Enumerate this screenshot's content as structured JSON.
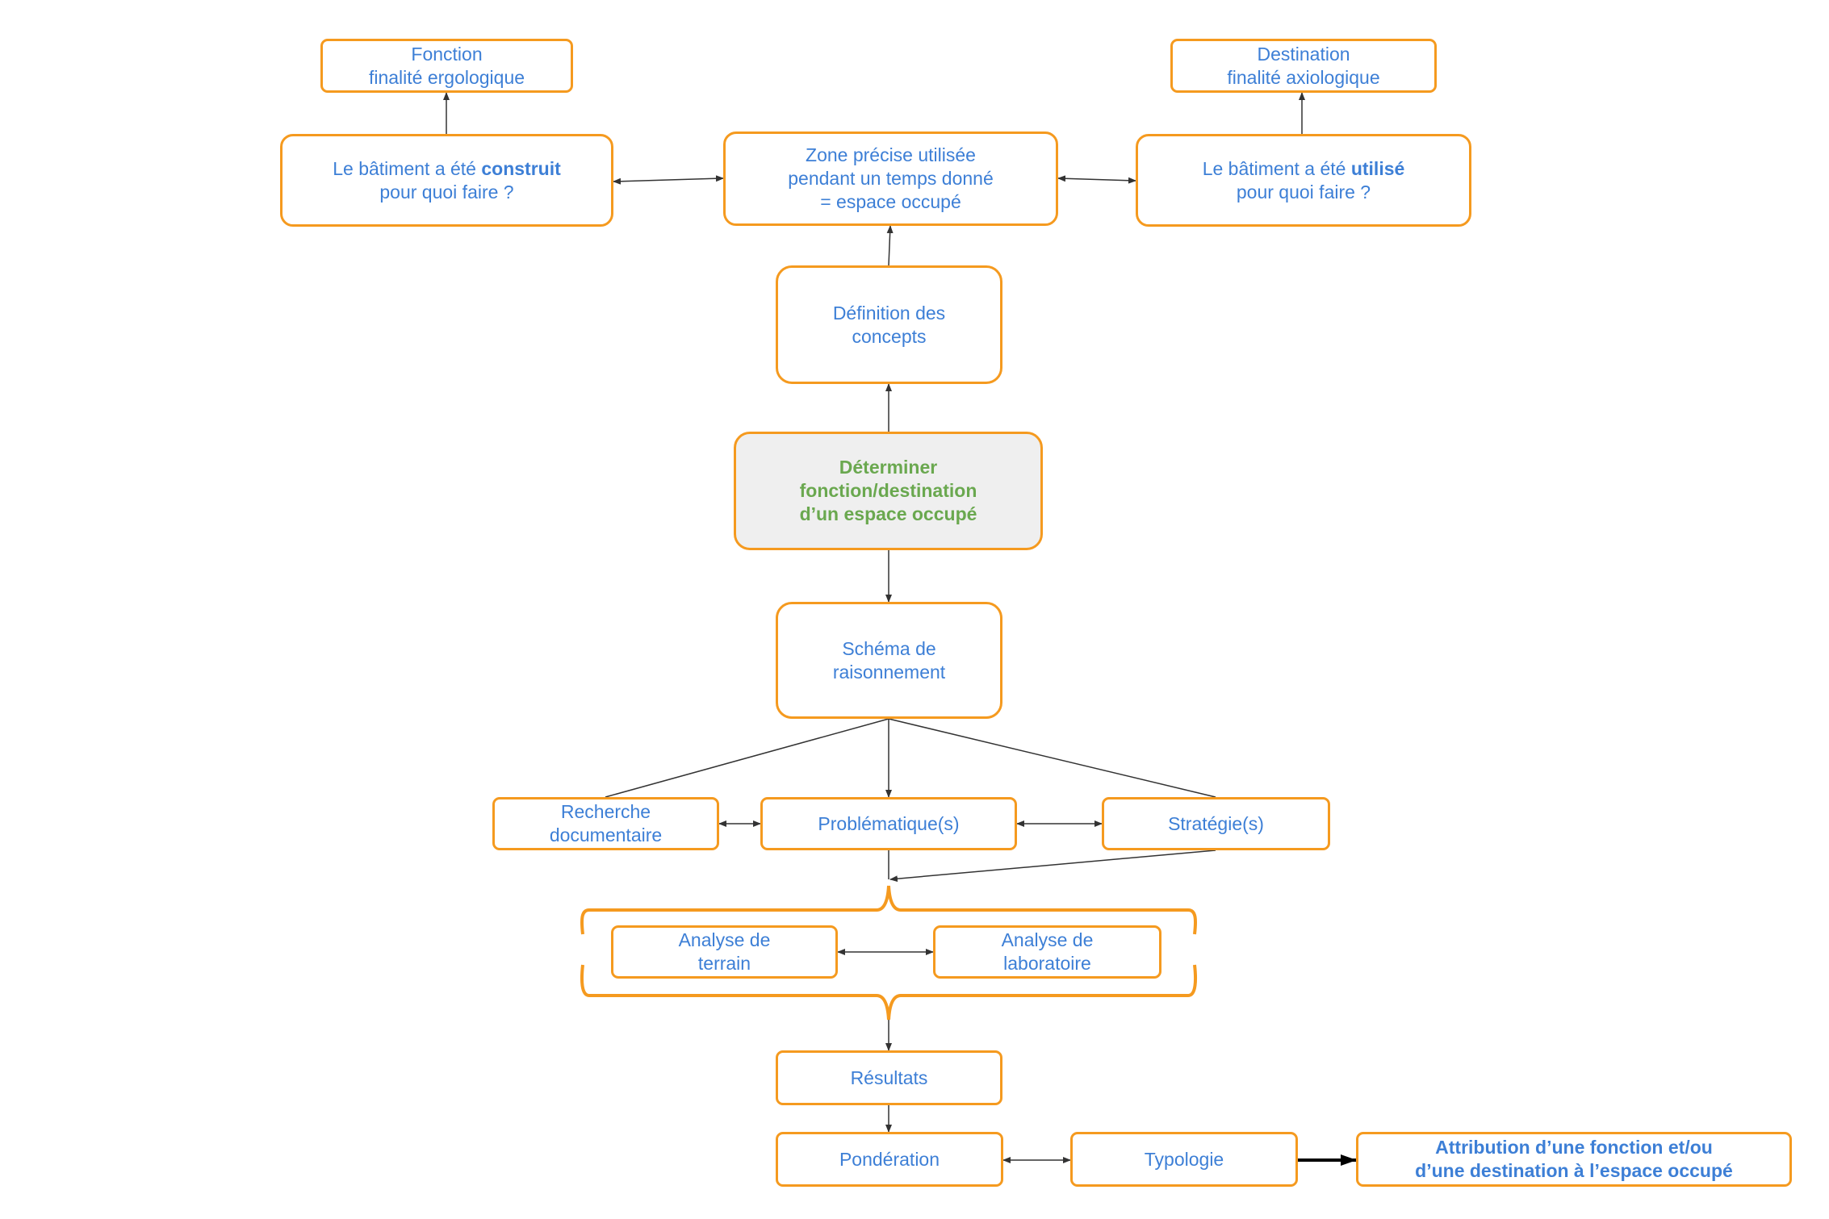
{
  "colors": {
    "box_border": "#f59a1f",
    "text_blue": "#3d7fd6",
    "text_green": "#6aa84f",
    "central_fill": "#efefef",
    "arrow": "#333333"
  },
  "nodes": {
    "fonction": {
      "line1": "Fonction",
      "line2": "finalité ergologique"
    },
    "destination": {
      "line1": "Destination",
      "line2": "finalité axiologique"
    },
    "construit": {
      "line1_pre": "Le bâtiment a été ",
      "line1_bold": "construit",
      "line2": "pour quoi faire ?"
    },
    "utilise": {
      "line1_pre": "Le bâtiment a été ",
      "line1_bold": "utilisé",
      "line2": "pour quoi faire ?"
    },
    "zone": {
      "line1": "Zone précise utilisée",
      "line2": "pendant un temps donné",
      "line3": "= espace occupé"
    },
    "definition": {
      "line1": "Définition des",
      "line2": "concepts"
    },
    "determiner": {
      "line1": "Déterminer",
      "line2": "fonction/destination",
      "line3": "d’un espace occupé"
    },
    "schema": {
      "line1": "Schéma de",
      "line2": "raisonnement"
    },
    "recherche": {
      "line1": "Recherche",
      "line2": "documentaire"
    },
    "problematique": {
      "line1": "Problématique(s)"
    },
    "strategie": {
      "line1": "Stratégie(s)"
    },
    "terrain": {
      "line1": "Analyse de",
      "line2": "terrain"
    },
    "laboratoire": {
      "line1": "Analyse de",
      "line2": "laboratoire"
    },
    "resultats": {
      "line1": "Résultats"
    },
    "ponderation": {
      "line1": "Pondération"
    },
    "typologie": {
      "line1": "Typologie"
    },
    "attribution": {
      "line1": "Attribution d’une fonction et/ou",
      "line2": "d’une destination à l’espace occupé"
    }
  }
}
